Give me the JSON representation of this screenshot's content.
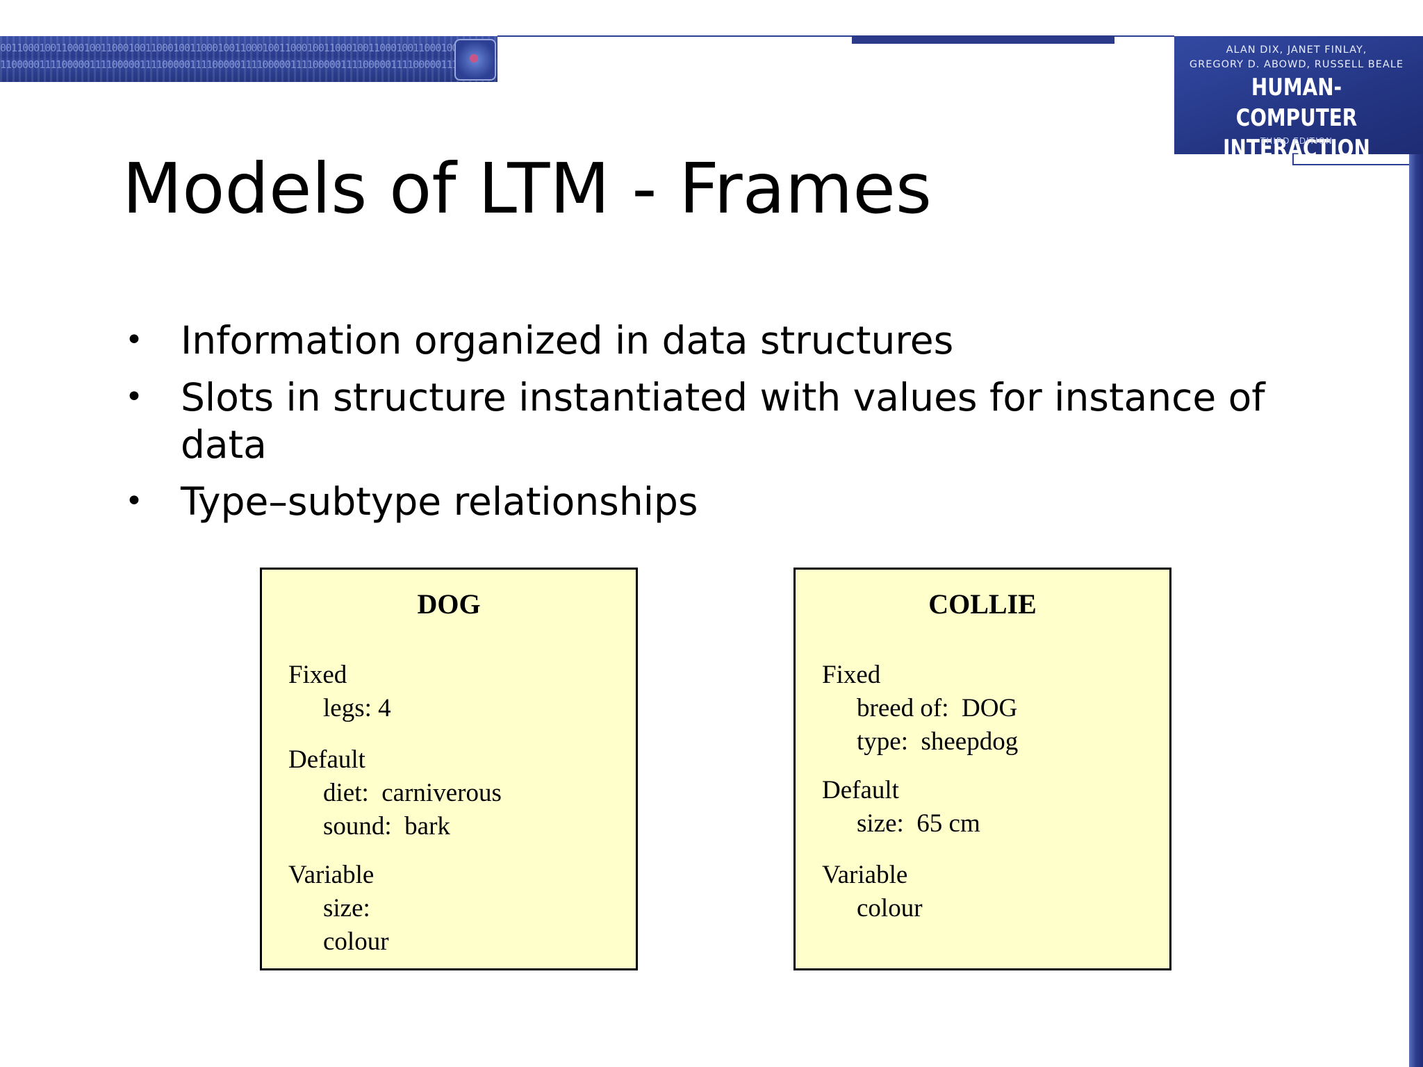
{
  "banner": {
    "binary_row_1": "0011000100110001001100010011000100110001001100010011000100110001001100010011000100110001",
    "binary_row_2": "1100000111100000111100000111100000111100000111100000111100000111100000111100000111100000"
  },
  "book_cover": {
    "authors_line_1": "ALAN DIX, JANET FINLAY,",
    "authors_line_2": "GREGORY D. ABOWD, RUSSELL BEALE",
    "title_line_1": "HUMAN-COMPUTER",
    "title_line_2": "INTERACTION",
    "edition": "THIRD EDITION"
  },
  "slide": {
    "title": "Models of LTM - Frames",
    "bullet_marker": "•",
    "bullets": [
      "Information organized in data structures",
      "Slots in structure instantiated with values for instance of data",
      "Type–subtype relationships"
    ]
  },
  "frames": {
    "dog": {
      "title": "DOG",
      "fixed_label": "Fixed",
      "fixed_slots": [
        "legs: 4"
      ],
      "default_label": "Default",
      "default_slots": [
        "diet:  carniverous",
        "sound:  bark"
      ],
      "variable_label": "Variable",
      "variable_slots": [
        "size:",
        "colour"
      ]
    },
    "collie": {
      "title": "COLLIE",
      "fixed_label": "Fixed",
      "fixed_slots": [
        "breed of:  DOG",
        "type:  sheepdog"
      ],
      "default_label": "Default",
      "default_slots": [
        "size:  65 cm"
      ],
      "variable_label": "Variable",
      "variable_slots": [
        "colour"
      ]
    }
  },
  "colors": {
    "brand_blue": "#2b3b8a",
    "frame_fill": "#ffffcc"
  }
}
